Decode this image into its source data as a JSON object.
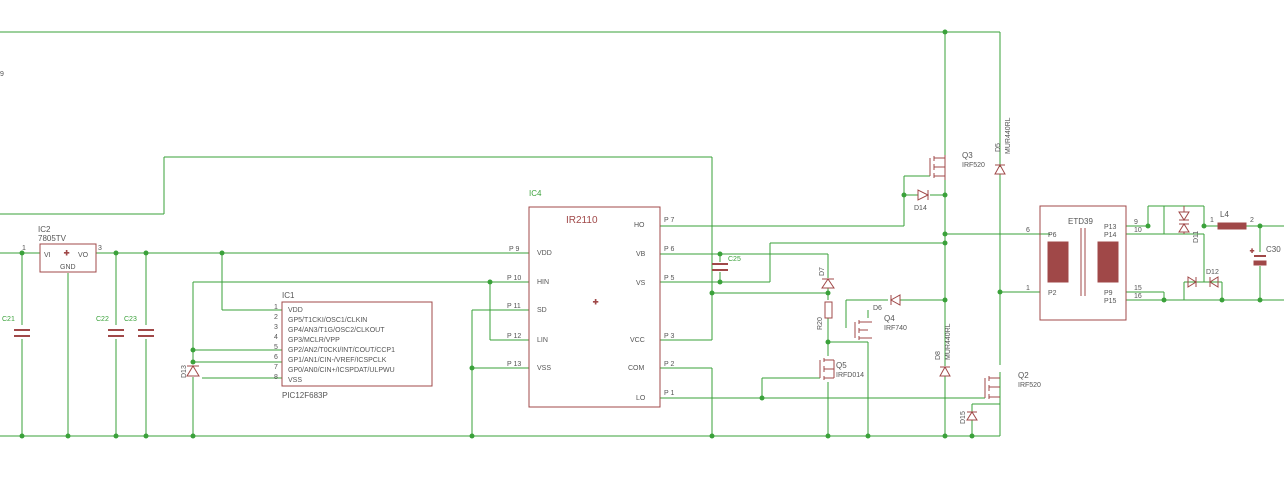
{
  "components": {
    "ic4": "IC4",
    "ir2110": "IR2110",
    "ir2110_pins": {
      "p9": "P 9",
      "vdd": "VDD",
      "p10": "P 10",
      "hin": "HIN",
      "p11": "P 11",
      "sd": "SD",
      "p12": "P 12",
      "lin": "LIN",
      "p13": "P 13",
      "vss": "VSS",
      "p7": "P 7",
      "ho": "HO",
      "p6": "P 6",
      "vb": "VB",
      "p5": "P 5",
      "vs": "VS",
      "p3": "P 3",
      "vcc": "VCC",
      "p2": "P 2",
      "com": "COM",
      "p1": "P 1",
      "lo": "LO"
    },
    "ic1": "IC1",
    "pic": "PIC12F683P",
    "pic_pins": [
      "VDD",
      "GP5/T1CKI/OSC1/CLKIN",
      "GP4/AN3/T1G/OSC2/CLKOUT",
      "GP3/MCLR/VPP",
      "GP2/AN2/T0CKI/INT/COUT/CCP1",
      "GP1/AN1/CIN-/VREF/ICSPCLK",
      "GP0/AN0/CIN+/ICSPDAT/ULPWU",
      "VSS"
    ],
    "pic_pin_numbers": [
      "1",
      "2",
      "3",
      "4",
      "5",
      "6",
      "7",
      "8"
    ],
    "ic2": "IC2",
    "ic2_part": "7805TV",
    "ic2_vi": "VI",
    "ic2_vo": "VO",
    "ic2_gnd": "GND",
    "ic2_pin1": "1",
    "ic2_pin3": "3",
    "c21": "C21",
    "c22": "C22",
    "c23": "C23",
    "c25": "C25",
    "c30": "C30",
    "d13": "D13",
    "d14": "D14",
    "d7": "D7",
    "d6": "D6",
    "d5": "D5",
    "d5_part": "MUR440RL",
    "d8": "D8",
    "d8_part": "MUR440RL",
    "d15": "D15",
    "d11": "D11",
    "d12": "D12",
    "r20": "R20",
    "q3": "Q3",
    "q3_part": "IRF520",
    "q4": "Q4",
    "q4_part": "IRF740",
    "q5": "Q5",
    "q5_part": "IRFD014",
    "q2": "Q2",
    "q2_part": "IRF520",
    "etd": "ETD39",
    "etd_pins": [
      "P6",
      "P2",
      "P13",
      "P14",
      "P9",
      "P15"
    ],
    "etd_numbers": [
      "6",
      "1",
      "9",
      "10",
      "15",
      "16"
    ],
    "l4": "L4",
    "l4_pin1": "1",
    "l4_pin2": "2",
    "edge_label": "9"
  },
  "colors": {
    "wire": "#3aa13a",
    "part": "#a04848",
    "text": "#555555",
    "background": "#ffffff"
  }
}
